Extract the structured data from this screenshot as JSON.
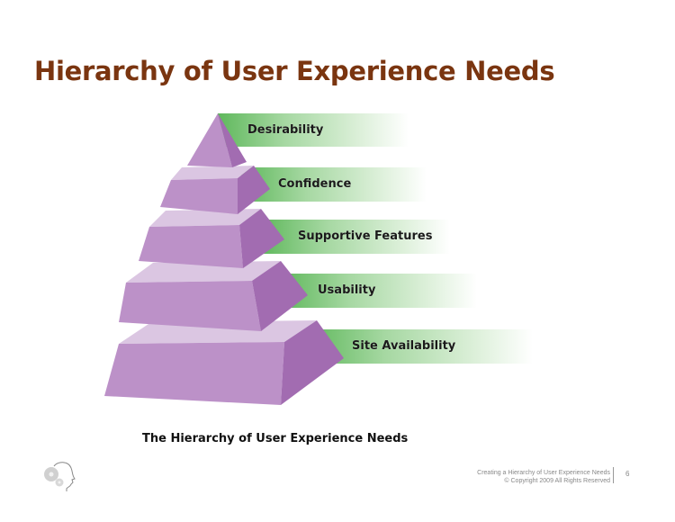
{
  "slide": {
    "title": "Hierarchy of User Experience Needs",
    "caption": "The Hierarchy of User Experience Needs",
    "footer": {
      "line1": "Creating a Hierarchy of User Experience Needs",
      "line2": "© Copyright 2009 All Rights Reserved",
      "page_number": "6"
    },
    "logo_icon": "head-with-gears-icon"
  },
  "colors": {
    "title": "#7a3510",
    "band_green": "#6fbf6a",
    "pyramid_top": "#dbc6e2",
    "pyramid_front": "#bb8fc7",
    "pyramid_side": "#a16bb0"
  },
  "pyramid": {
    "levels": [
      {
        "rank": 1,
        "label": "Desirability"
      },
      {
        "rank": 2,
        "label": "Confidence"
      },
      {
        "rank": 3,
        "label": "Supportive Features"
      },
      {
        "rank": 4,
        "label": "Usability"
      },
      {
        "rank": 5,
        "label": "Site Availability"
      }
    ]
  }
}
